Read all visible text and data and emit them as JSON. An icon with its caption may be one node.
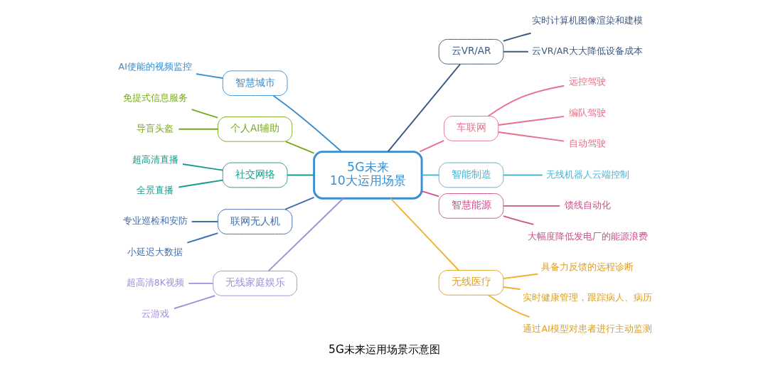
{
  "diagram": {
    "caption": "5G未来运用场景示意图",
    "nodes": [
      {
        "text": [
          "5G未来",
          "10大运用场景"
        ]
      },
      {
        "text": [
          "云VR/AR"
        ]
      },
      {
        "text": [
          "实时计算机图像渲染和建模"
        ]
      },
      {
        "text": [
          "云VR/AR大大降低设备成本"
        ]
      },
      {
        "text": [
          "车联网"
        ]
      },
      {
        "text": [
          "远控驾驶"
        ]
      },
      {
        "text": [
          "编队驾驶"
        ]
      },
      {
        "text": [
          "自动驾驶"
        ]
      },
      {
        "text": [
          "智能制造"
        ]
      },
      {
        "text": [
          "无线机器人云端控制"
        ]
      },
      {
        "text": [
          "智慧能源"
        ]
      },
      {
        "text": [
          "馈线自动化"
        ]
      },
      {
        "text": [
          "大幅度降低发电厂的能源浪费"
        ]
      },
      {
        "text": [
          "无线医疗"
        ]
      },
      {
        "text": [
          "具备力反馈的远程诊断"
        ]
      },
      {
        "text": [
          "实时健康管理，跟踪病人、病历"
        ]
      },
      {
        "text": [
          "通过AI模型对患者进行主动监测"
        ]
      },
      {
        "text": [
          "智慧城市"
        ]
      },
      {
        "text": [
          "AI使能的视频监控"
        ]
      },
      {
        "text": [
          "个人AI辅助"
        ]
      },
      {
        "text": [
          "免提式信息服务"
        ]
      },
      {
        "text": [
          "导盲头盔"
        ]
      },
      {
        "text": [
          "社交网络"
        ]
      },
      {
        "text": [
          "超高清直播"
        ]
      },
      {
        "text": [
          "全景直播"
        ]
      },
      {
        "text": [
          "联网无人机"
        ]
      },
      {
        "text": [
          "专业巡检和安防"
        ]
      },
      {
        "text": [
          "小延迟大数据"
        ]
      },
      {
        "text": [
          "无线家庭娱乐"
        ]
      },
      {
        "text": [
          "超高清8K视频"
        ]
      },
      {
        "text": [
          "云游戏"
        ]
      }
    ],
    "edges": [
      {
        "from": 0,
        "to": 1,
        "arrow": "none",
        "color": "#3d5a80"
      },
      {
        "from": 1,
        "to": 2,
        "arrow": "none",
        "color": "#3d5a80"
      },
      {
        "from": 1,
        "to": 3,
        "arrow": "none",
        "color": "#3d5a80"
      },
      {
        "from": 0,
        "to": 4,
        "arrow": "none",
        "color": "#e8708a"
      },
      {
        "from": 4,
        "to": 5,
        "arrow": "none",
        "color": "#e8708a"
      },
      {
        "from": 4,
        "to": 6,
        "arrow": "none",
        "color": "#e8708a"
      },
      {
        "from": 4,
        "to": 7,
        "arrow": "none",
        "color": "#e8708a"
      },
      {
        "from": 0,
        "to": 8,
        "arrow": "none",
        "color": "#4fb3d0"
      },
      {
        "from": 8,
        "to": 9,
        "arrow": "none",
        "color": "#4fb3d0"
      },
      {
        "from": 0,
        "to": 10,
        "arrow": "none",
        "color": "#d0508a"
      },
      {
        "from": 10,
        "to": 11,
        "arrow": "none",
        "color": "#d0508a"
      },
      {
        "from": 10,
        "to": 12,
        "arrow": "none",
        "color": "#d0508a"
      },
      {
        "from": 0,
        "to": 13,
        "arrow": "none",
        "color": "#f2b233"
      },
      {
        "from": 13,
        "to": 14,
        "arrow": "none",
        "color": "#f2b233"
      },
      {
        "from": 13,
        "to": 15,
        "arrow": "none",
        "color": "#f2b233"
      },
      {
        "from": 13,
        "to": 16,
        "arrow": "none",
        "color": "#f2b233"
      },
      {
        "from": 0,
        "to": 17,
        "arrow": "none",
        "color": "#3a8fd0"
      },
      {
        "from": 17,
        "to": 18,
        "arrow": "none",
        "color": "#3a8fd0"
      },
      {
        "from": 0,
        "to": 19,
        "arrow": "none",
        "color": "#7aab1e"
      },
      {
        "from": 19,
        "to": 20,
        "arrow": "none",
        "color": "#7aab1e"
      },
      {
        "from": 19,
        "to": 21,
        "arrow": "none",
        "color": "#7aab1e"
      },
      {
        "from": 0,
        "to": 22,
        "arrow": "none",
        "color": "#169c8a"
      },
      {
        "from": 22,
        "to": 23,
        "arrow": "none",
        "color": "#169c8a"
      },
      {
        "from": 22,
        "to": 24,
        "arrow": "none",
        "color": "#169c8a"
      },
      {
        "from": 0,
        "to": 25,
        "arrow": "none",
        "color": "#3f6fb0"
      },
      {
        "from": 25,
        "to": 26,
        "arrow": "none",
        "color": "#3f6fb0"
      },
      {
        "from": 25,
        "to": 27,
        "arrow": "none",
        "color": "#3f6fb0"
      },
      {
        "from": 0,
        "to": 28,
        "arrow": "none",
        "color": "#a58fd8"
      },
      {
        "from": 28,
        "to": 29,
        "arrow": "none",
        "color": "#a58fd8"
      },
      {
        "from": 28,
        "to": 30,
        "arrow": "none",
        "color": "#a58fd8"
      }
    ]
  }
}
